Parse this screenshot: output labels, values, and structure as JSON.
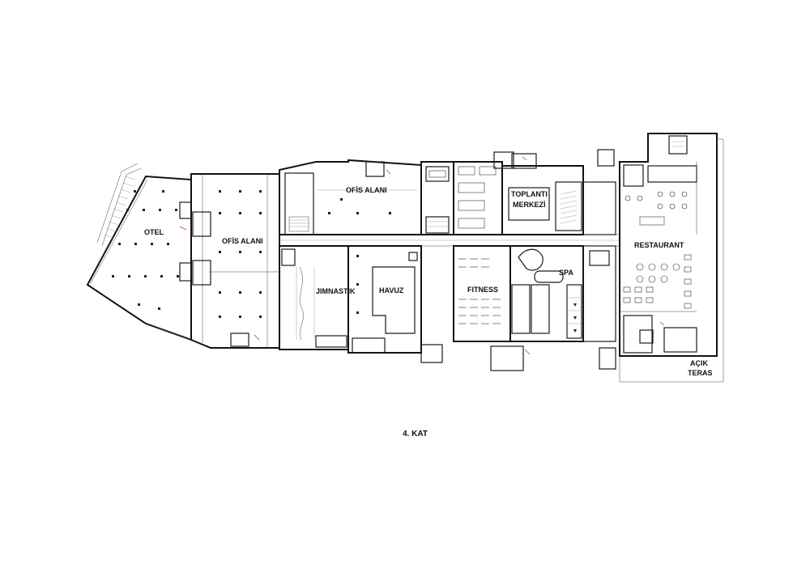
{
  "floor_title": "4. KAT",
  "rooms": {
    "otel": "OTEL",
    "ofis_alani_left": "OFİS ALANI",
    "ofis_alani_top": "OFİS ALANI",
    "toplanti_line1": "TOPLANTI",
    "toplanti_line2": "MERKEZİ",
    "restaurant": "RESTAURANT",
    "jimnastik": "JIMNASTIK",
    "havuz": "HAVUZ",
    "fitness": "FITNESS",
    "spa": "SPA",
    "acik_line1": "AÇIK",
    "acik_line2": "TERAS"
  }
}
